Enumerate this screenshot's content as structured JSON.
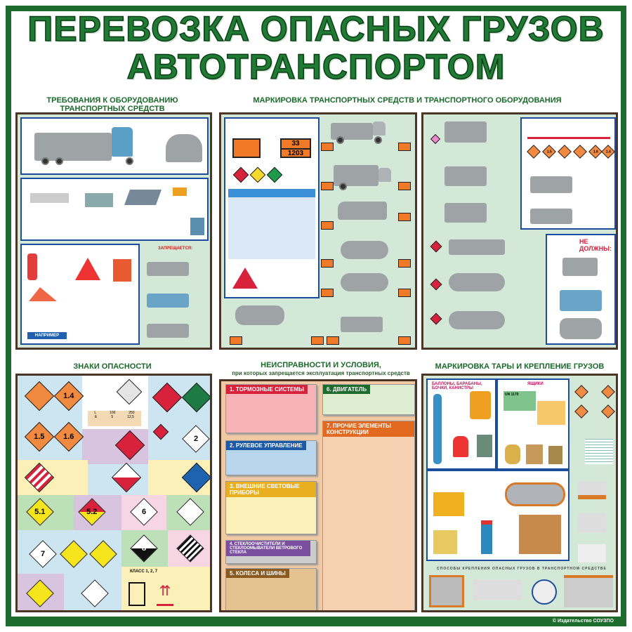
{
  "title": {
    "line1": "ПЕРЕВОЗКА ОПАСНЫХ ГРУЗОВ",
    "line2": "АВТОТРАНСПОРТОМ"
  },
  "colors": {
    "frame": "#1e6b2e",
    "title": "#1f7a33",
    "panel_border": "#4a3527",
    "box_border": "#1c4d9c",
    "mint": "#d3e8d6",
    "orange_plate": "#f07a28"
  },
  "sections": {
    "equipment": {
      "heading": "ТРЕБОВАНИЯ К ОБОРУДОВАНИЮ ТРАНСПОРТНЫХ СРЕДСТВ",
      "forbidden": "ЗАПРЕЩАЕТСЯ:",
      "example": "НАПРИМЕР"
    },
    "marking": {
      "heading": "МАРКИРОВКА ТРАНСПОРТНЫХ СРЕДСТВ И ТРАНСПОРТНОГО ОБОРУДОВАНИЯ",
      "plate_top": "33",
      "plate_bottom": "1203",
      "must_not": "НЕ ДОЛЖНЫ:",
      "sign_codes": [
        "1.5",
        "1.6",
        "1.4"
      ]
    },
    "signs": {
      "heading": "ЗНАКИ ОПАСНОСТИ",
      "labels": [
        "1.4",
        "1.5",
        "1.6",
        "5.1",
        "5.2",
        "6",
        "7",
        "8",
        "2"
      ],
      "table": {
        "rows": [
          [
            "L",
            "100",
            "250"
          ],
          [
            "E",
            "5",
            "12,5"
          ]
        ]
      },
      "class_ref": "КЛАСС 1, 2, 7"
    },
    "faults": {
      "heading": "НЕИСПРАВНОСТИ И УСЛОВИЯ,",
      "subheading": "при которых запрещается эксплуатация транспортных средств",
      "items": [
        "1. ТОРМОЗНЫЕ СИСТЕМЫ",
        "2. РУЛЕВОЕ УПРАВЛЕНИЕ",
        "3. ВНЕШНИЕ СВЕТОВЫЕ ПРИБОРЫ",
        "4. СТЕКЛООЧИСТИТЕЛИ И СТЕКЛООМЫВАТЕЛИ ВЕТРОВОГО СТЕКЛА",
        "5. КОЛЕСА И ШИНЫ",
        "6. ДВИГАТЕЛЬ",
        "7. ПРОЧИЕ ЭЛЕМЕНТЫ КОНСТРУКЦИИ"
      ]
    },
    "packaging": {
      "heading": "МАРКИРОВКА ТАРЫ И КРЕПЛЕНИЕ ГРУЗОВ",
      "containers": "БАЛЛОНЫ, БАРАБАНЫ, БОЧКИ, КАНИСТРЫ",
      "boxes": "ЯЩИКИ",
      "un": "UN 1170",
      "securing": "СПОСОБЫ КРЕПЛЕНИЯ ОПАСНЫХ ГРУЗОВ В ТРАНСПОРТНОМ СРЕДСТВЕ"
    }
  },
  "publisher": "© Издательство СОУЗПО"
}
